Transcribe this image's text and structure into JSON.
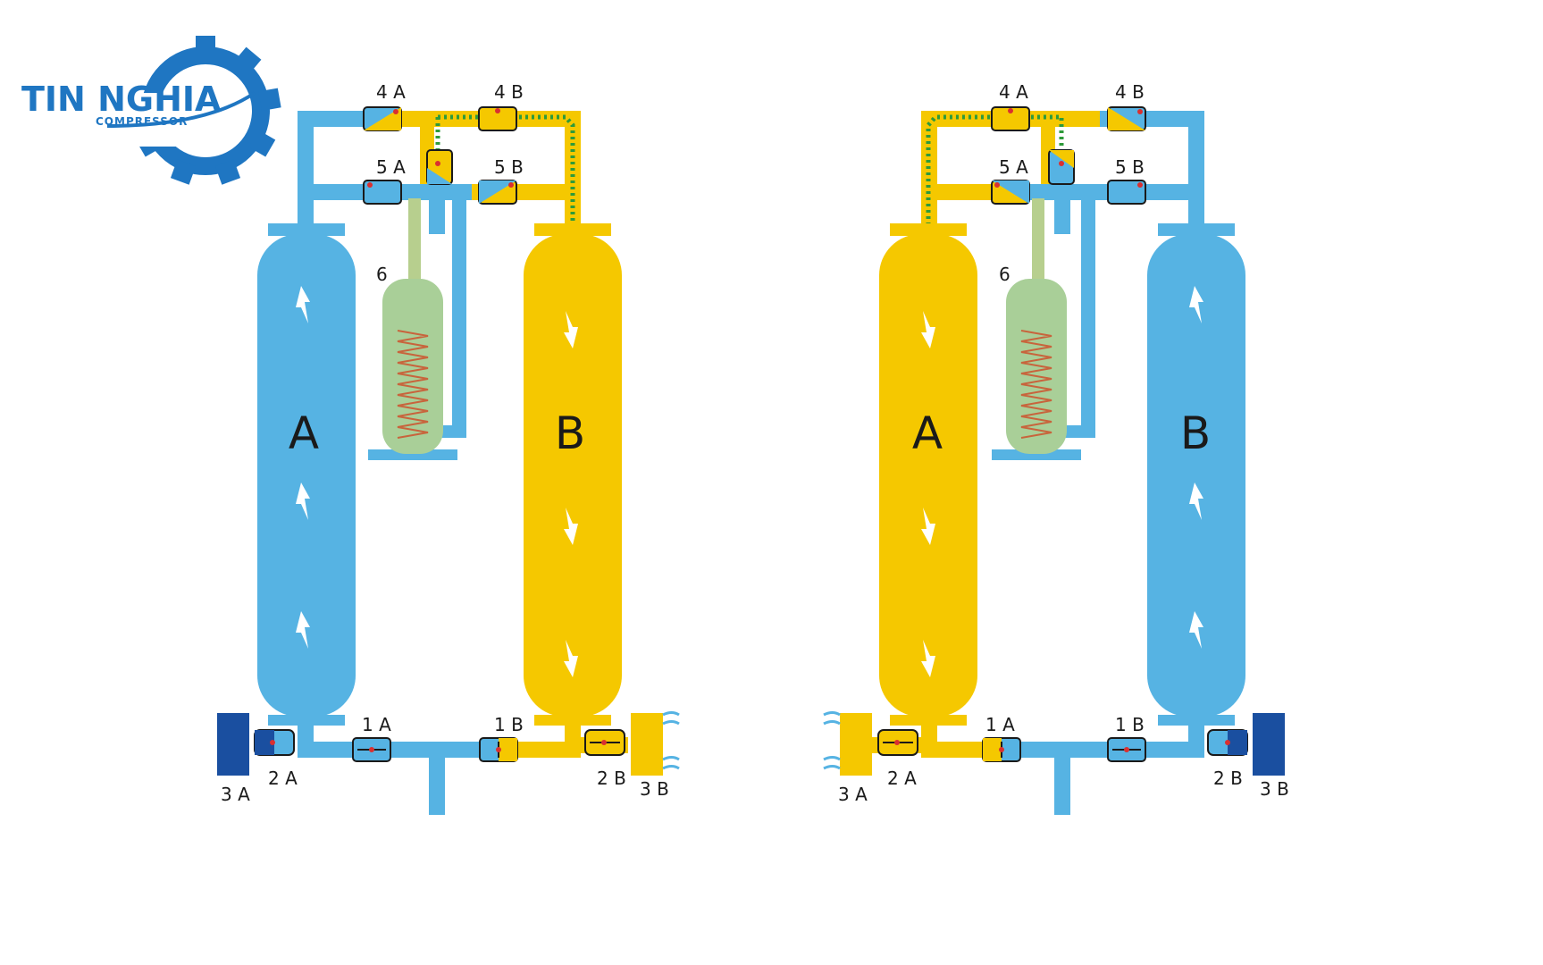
{
  "logo": {
    "name": "TIN NGHIA",
    "tagline": "COMPRESSOR",
    "text_color": "#1f76c2",
    "gear_color": "#1f76c2"
  },
  "colors": {
    "blue": "#56b3e3",
    "yellow": "#f5c800",
    "dark_blue": "#1a4fa0",
    "green_dots": "#2e9a3a",
    "valve_dot": "#d93030"
  },
  "tank_labels": {
    "a": "A",
    "b": "B"
  },
  "valve_labels": {
    "v4a": "4 A",
    "v4b": "4 B",
    "v5a": "5 A",
    "v5b": "5 B",
    "v1a": "1 A",
    "v1b": "1 B",
    "v2a": "2 A",
    "v2b": "2 B",
    "v3a": "3 A",
    "v3b": "3 B",
    "heater": "6"
  },
  "panels": [
    {
      "name": "left-cycle",
      "tank_a_color": "blue",
      "tank_b_color": "yellow"
    },
    {
      "name": "right-cycle",
      "tank_a_color": "yellow",
      "tank_b_color": "blue"
    }
  ]
}
